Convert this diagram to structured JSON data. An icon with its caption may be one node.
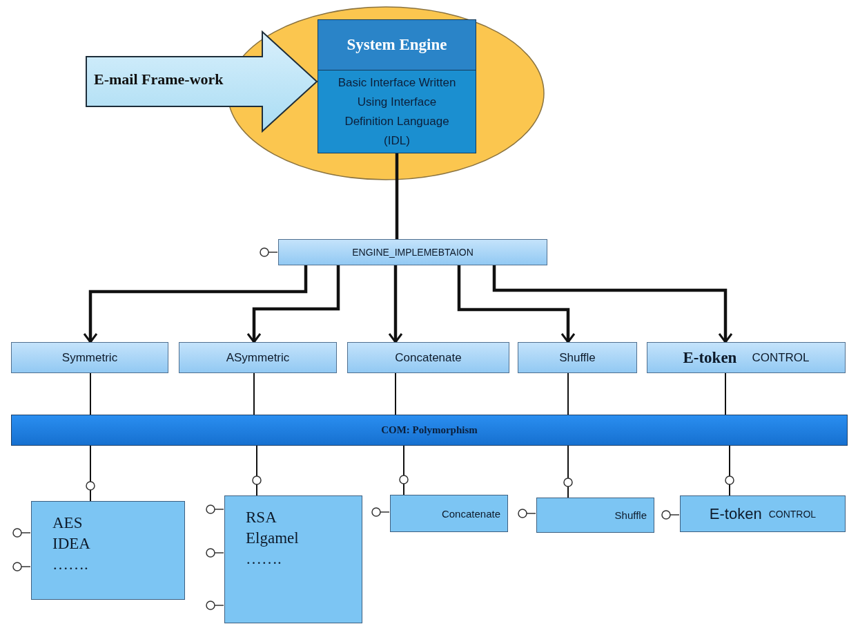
{
  "diagram": {
    "nodes": [
      {
        "text": [],
        "shape": "ellipse"
      },
      {
        "text": [
          "System Engine",
          "Basic Interface Written Using Interface Definition Language (IDL)"
        ],
        "in": 0
      },
      {
        "text": [
          "E-mail Frame-work"
        ]
      },
      {
        "text": [
          "ENGINE_IMPLEMEBTAION"
        ]
      },
      {
        "text": [
          "Symmetric"
        ]
      },
      {
        "text": [
          "ASymmetric"
        ]
      },
      {
        "text": [
          "Concatenate"
        ]
      },
      {
        "text": [
          "Shuffle"
        ]
      },
      {
        "text": [
          "E-token",
          "CONTROL"
        ]
      },
      {
        "text": [
          "COM: Polymorphism"
        ]
      },
      {
        "text": [
          "AES",
          "IDEA",
          "……."
        ]
      },
      {
        "text": [
          "RSA",
          "Elgamel",
          "……."
        ]
      },
      {
        "text": [
          "Concatenate"
        ]
      },
      {
        "text": [
          "Shuffle"
        ]
      },
      {
        "text": [
          "E-token",
          "CONTROL"
        ]
      }
    ],
    "edges": [
      {
        "from": 1,
        "to": 3,
        "arrow": "none",
        "style": "thick"
      },
      {
        "from": 3,
        "to": 4,
        "arrow": "to",
        "style": "thick"
      },
      {
        "from": 3,
        "to": 5,
        "arrow": "to",
        "style": "thick"
      },
      {
        "from": 3,
        "to": 6,
        "arrow": "to",
        "style": "thick"
      },
      {
        "from": 3,
        "to": 7,
        "arrow": "to",
        "style": "thick"
      },
      {
        "from": 3,
        "to": 8,
        "arrow": "to",
        "style": "thick"
      },
      {
        "from": 4,
        "to": 9,
        "arrow": "none"
      },
      {
        "from": 5,
        "to": 9,
        "arrow": "none"
      },
      {
        "from": 6,
        "to": 9,
        "arrow": "none"
      },
      {
        "from": 7,
        "to": 9,
        "arrow": "none"
      },
      {
        "from": 8,
        "to": 9,
        "arrow": "none"
      },
      {
        "from": 9,
        "to": 10,
        "arrow": "other"
      },
      {
        "from": 9,
        "to": 11,
        "arrow": "other"
      },
      {
        "from": 9,
        "to": 12,
        "arrow": "other"
      },
      {
        "from": 9,
        "to": 13,
        "arrow": "other"
      },
      {
        "from": 9,
        "to": 14,
        "arrow": "other"
      }
    ]
  }
}
